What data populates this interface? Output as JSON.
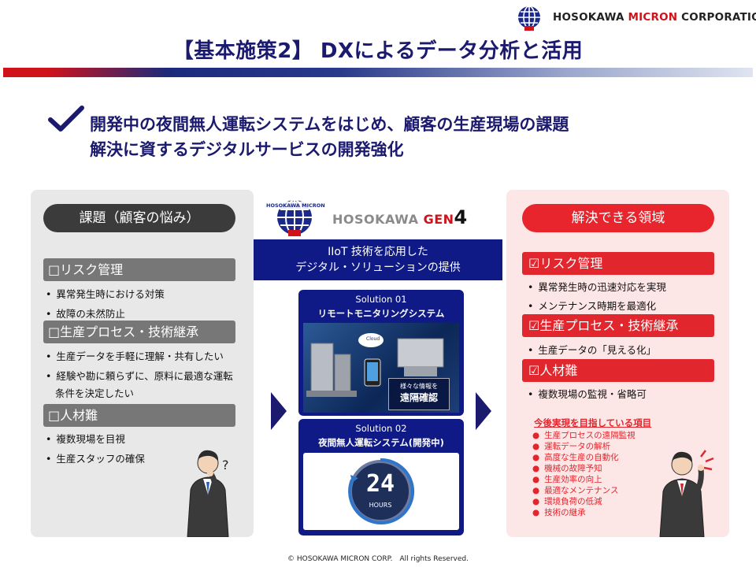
{
  "header": {
    "company_left": "HOSOKAWA ",
    "company_red": "MICRON",
    "company_right": " CORPORATION",
    "title": "【基本施策2】 DXによるデータ分析と活用"
  },
  "headline": {
    "line1": "開発中の夜間無人運転システムをはじめ、顧客の生産現場の課題",
    "line2": "解決に資するデジタルサービスの開発強化"
  },
  "left": {
    "pill": "課題（顧客の悩み）",
    "sections": [
      {
        "title": "□リスク管理",
        "items": [
          "異常発生時における対策",
          "故障の未然防止"
        ]
      },
      {
        "title": "□生産プロセス・技術継承",
        "items": [
          "生産データを手軽に理解・共有したい",
          "経験や勘に頼らずに、原料に最適な運転"
        ],
        "continuation": "条件を決定したい"
      },
      {
        "title": "□人材難",
        "items": [
          "複数現場を目視",
          "生産スタッフの確保"
        ]
      }
    ]
  },
  "center": {
    "logo_text_a": "HOSOKAWA ",
    "logo_text_b": "GEN",
    "logo_text_c": "4",
    "logo_badge": "HOSOKAWA MICRON",
    "banner_line1": "IIoT 技術を応用した",
    "banner_line2": "デジタル・ソリューションの提供",
    "solution1": {
      "label": "Solution 01",
      "name": "リモートモニタリングシステム",
      "caption_1": "様々な情報を",
      "caption_2": "遠隔確認",
      "cloud": "Cloud"
    },
    "solution2": {
      "label": "Solution 02",
      "name": "夜間無人運転システム(開発中)",
      "big": "24",
      "sub": "HOURS"
    }
  },
  "right": {
    "pill": "解決できる領域",
    "sections": [
      {
        "title": "☑リスク管理",
        "items": [
          "異常発生時の迅速対応を実現",
          "メンテナンス時期を最適化"
        ]
      },
      {
        "title": "☑生産プロセス・技術継承",
        "items": [
          "生産データの「見える化」"
        ]
      },
      {
        "title": "☑人材難",
        "items": [
          "複数現場の監視・省略可"
        ]
      }
    ],
    "future_title": "今後実現を目指している項目",
    "future_items": [
      "生産プロセスの遠隔監視",
      "運転データの解析",
      "高度な生産の自動化",
      "機械の故障予知",
      "生産効率の向上",
      "最適なメンテナンス",
      "環境負荷の低減",
      "技術の継承"
    ]
  },
  "footer": "© HOSOKAWA MICRON CORP.　All rights Reserved.",
  "colors": {
    "navy": "#1b1a6e",
    "red": "#e2262e",
    "blue": "#0f1a86"
  }
}
